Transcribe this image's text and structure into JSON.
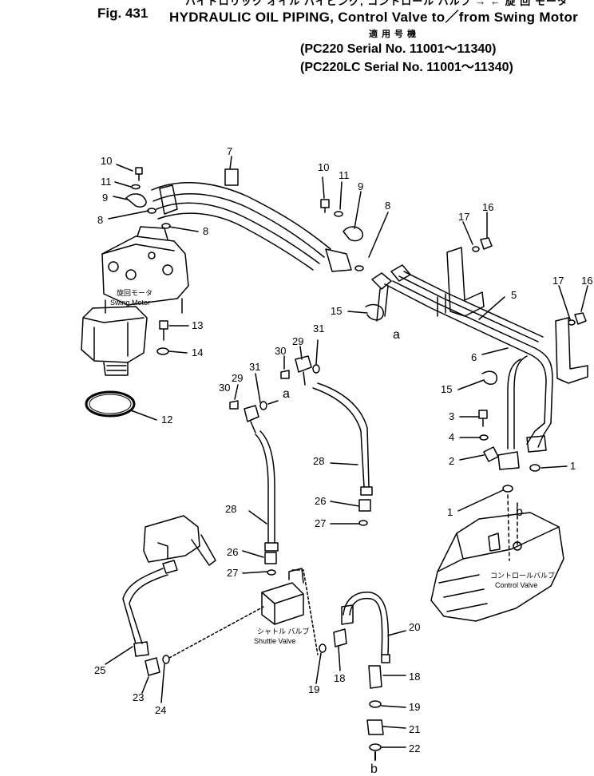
{
  "header": {
    "title_jp": "ハイドロリック オイル パイピング, コントロール バルブ → ← 旋 回 モータ",
    "fig_no": "Fig. 431",
    "title": "HYDRAULIC OIL PIPING, Control Valve to／from Swing Motor",
    "applicability_jp": "適用号機",
    "serial_lines": [
      "(PC220   Serial No. 11001～11340)",
      "(PC220LC Serial No. 11001～11340)"
    ]
  },
  "component_labels": {
    "swing_motor_jp": "旋回モータ",
    "swing_motor": "Swing Motor",
    "control_valve_jp": "コントロールバルブ",
    "control_valve": "Control Valve",
    "shuttle_valve_jp": "シャトル バルブ",
    "shuttle_valve": "Shuttle Valve"
  },
  "callouts": {
    "c1a": "1",
    "c1b": "1",
    "c2": "2",
    "c3": "3",
    "c4": "4",
    "c5": "5",
    "c6": "6",
    "c7": "7",
    "c8a": "8",
    "c8b": "8",
    "c8c": "8",
    "c9a": "9",
    "c9b": "9",
    "c10a": "10",
    "c10b": "10",
    "c11a": "11",
    "c11b": "11",
    "c12": "12",
    "c13": "13",
    "c14": "14",
    "c15a": "15",
    "c15b": "15",
    "c16a": "16",
    "c16b": "16",
    "c17a": "17",
    "c17b": "17",
    "c18a": "18",
    "c18b": "18",
    "c19a": "19",
    "c19b": "19",
    "c20": "20",
    "c21": "21",
    "c22": "22",
    "c23": "23",
    "c24": "24",
    "c25": "25",
    "c26a": "26",
    "c26b": "26",
    "c27a": "27",
    "c27b": "27",
    "c28a": "28",
    "c28b": "28",
    "c29a": "29",
    "c29b": "29",
    "c30a": "30",
    "c30b": "30",
    "c31a": "31",
    "c31b": "31",
    "ref_a1": "a",
    "ref_a2": "a",
    "ref_b1": "b",
    "ref_b2": "b"
  }
}
